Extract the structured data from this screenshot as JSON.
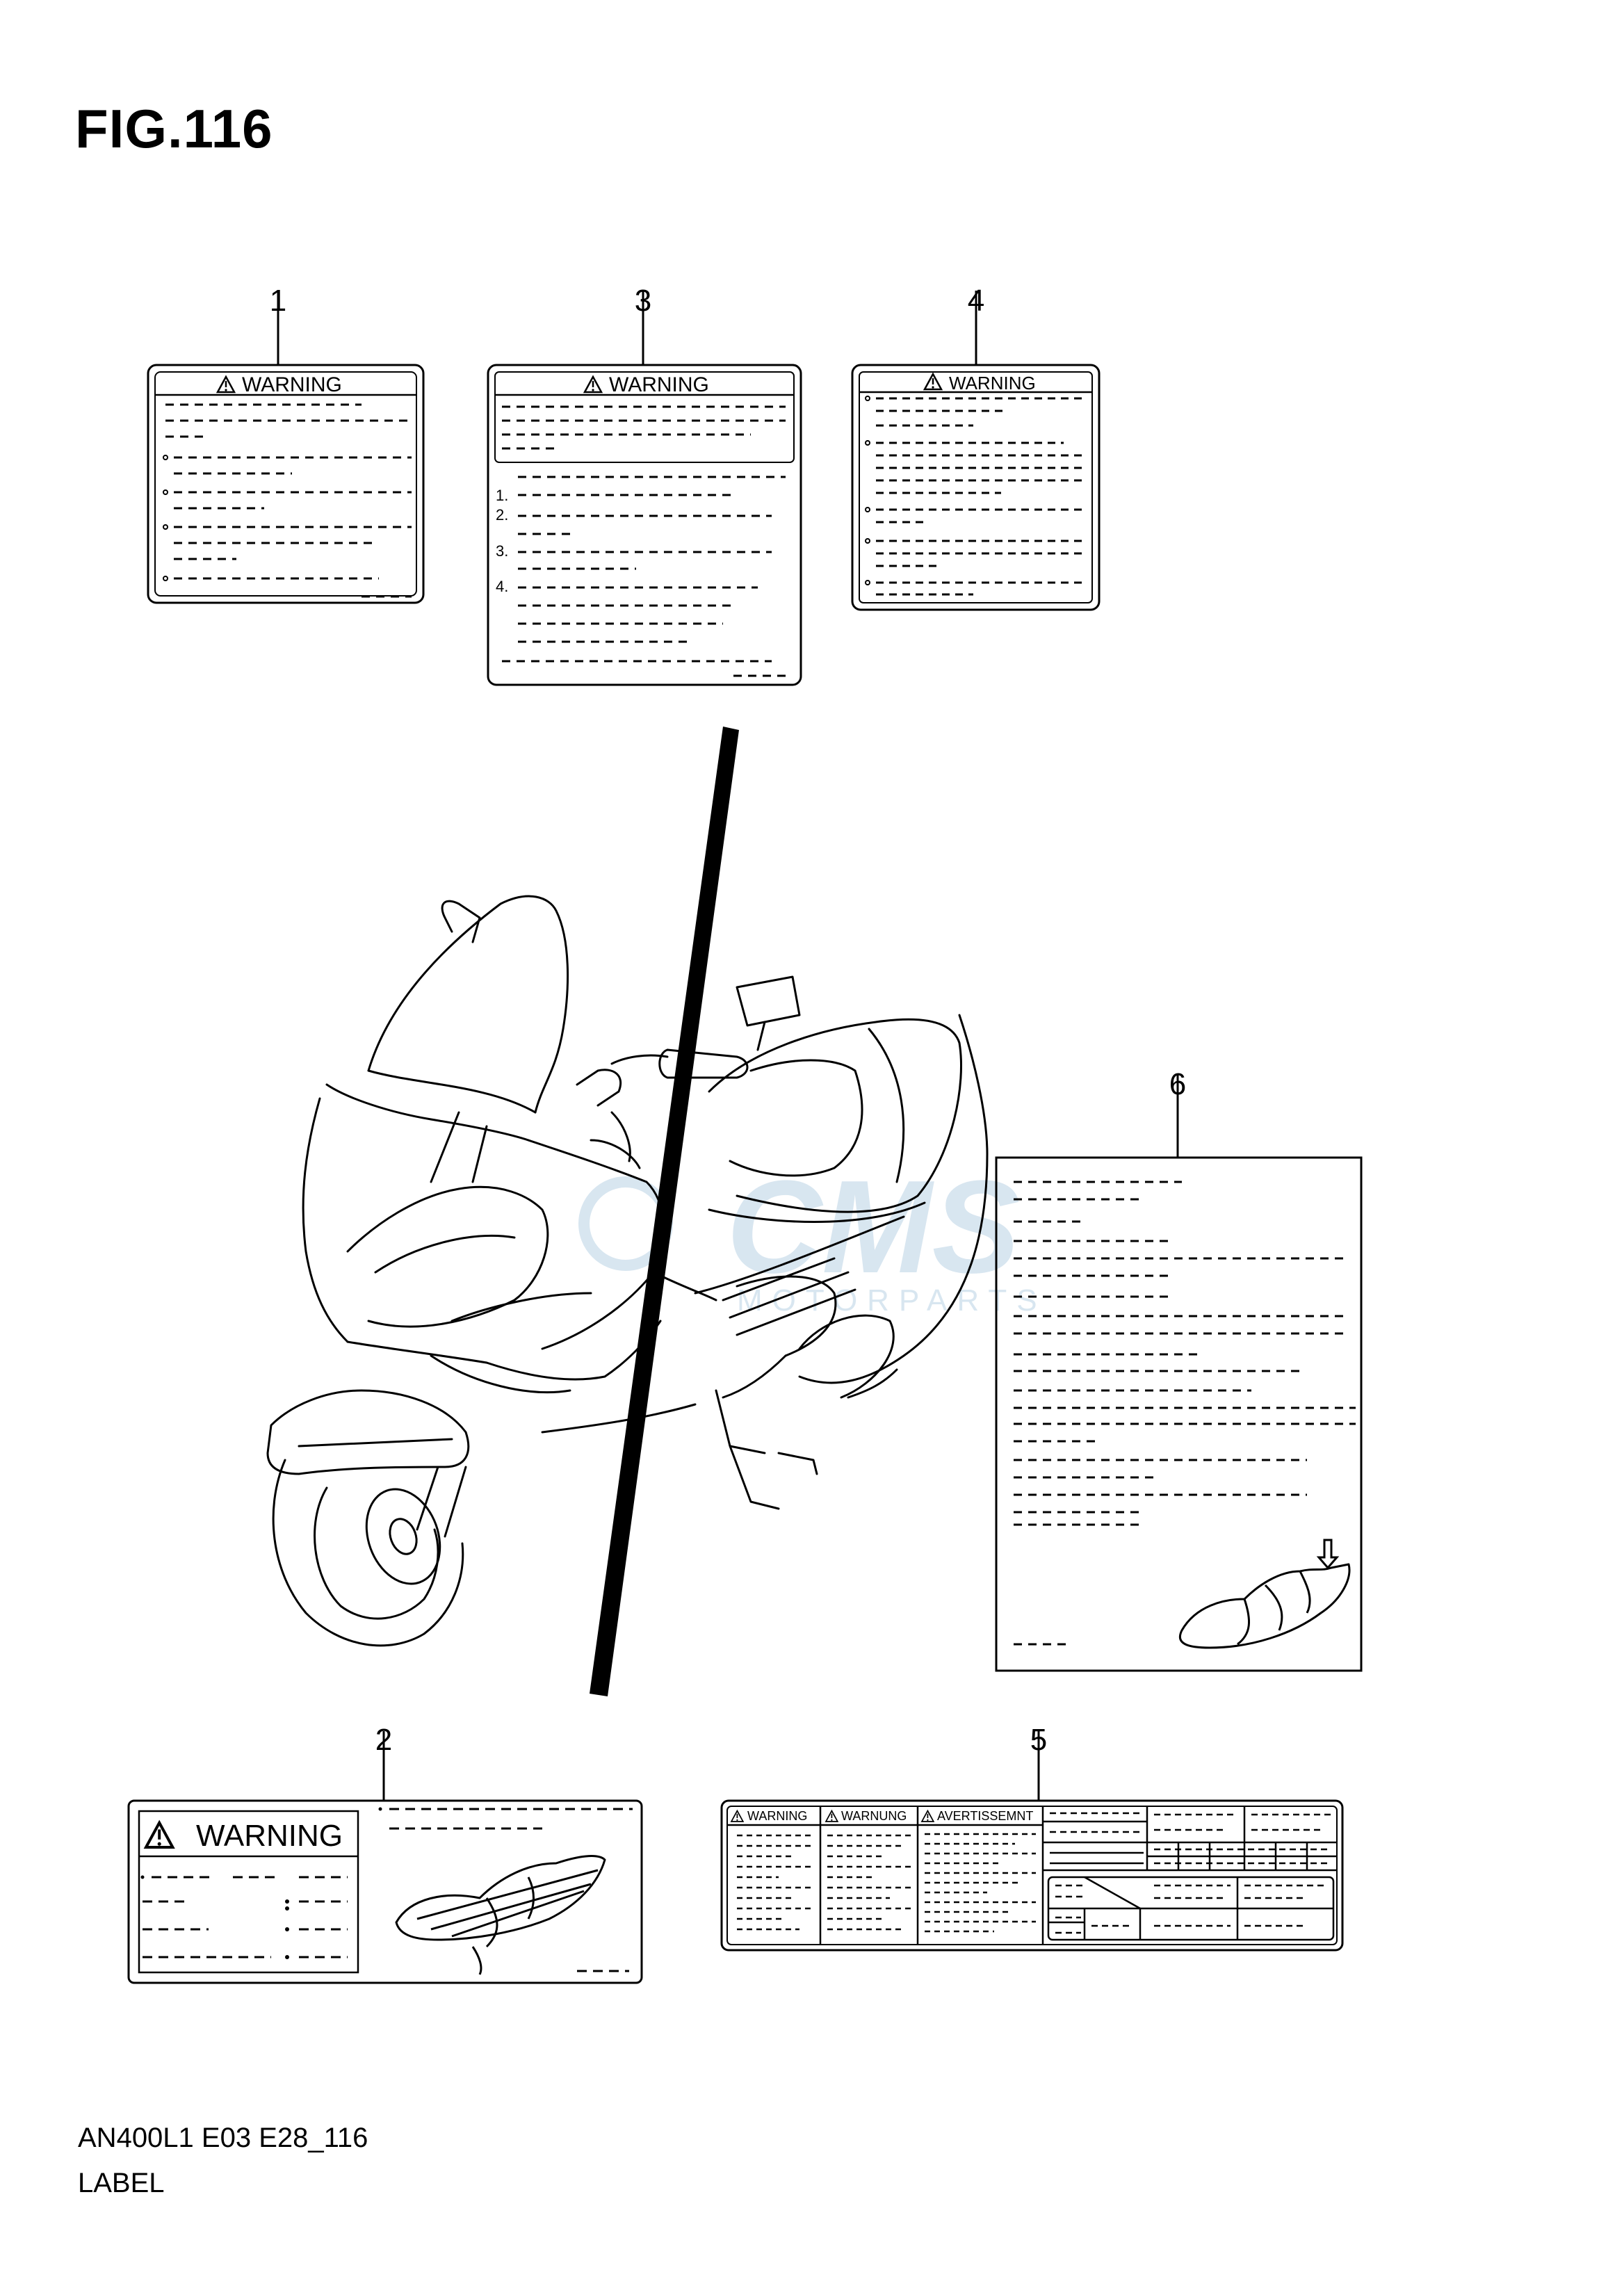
{
  "figure": {
    "title": "FIG.116",
    "code": "AN400L1 E03 E28_116",
    "section": "LABEL"
  },
  "callouts": [
    "1",
    "2",
    "3",
    "4",
    "5",
    "6"
  ],
  "labels": {
    "warning": "WARNING",
    "warnung": "WARNUNG",
    "avertissement": "AVERTISSEMNT",
    "item3_numbers": [
      "1.",
      "2.",
      "3.",
      "4."
    ]
  },
  "watermark": {
    "main": "CMS",
    "sub": "MOTORPARTS"
  },
  "colors": {
    "line": "#000000",
    "watermark": "#d8e6f0"
  },
  "icons": [
    "warning-triangle-icon",
    "scooter-illustration",
    "seat-icon",
    "arrow-down-icon"
  ]
}
